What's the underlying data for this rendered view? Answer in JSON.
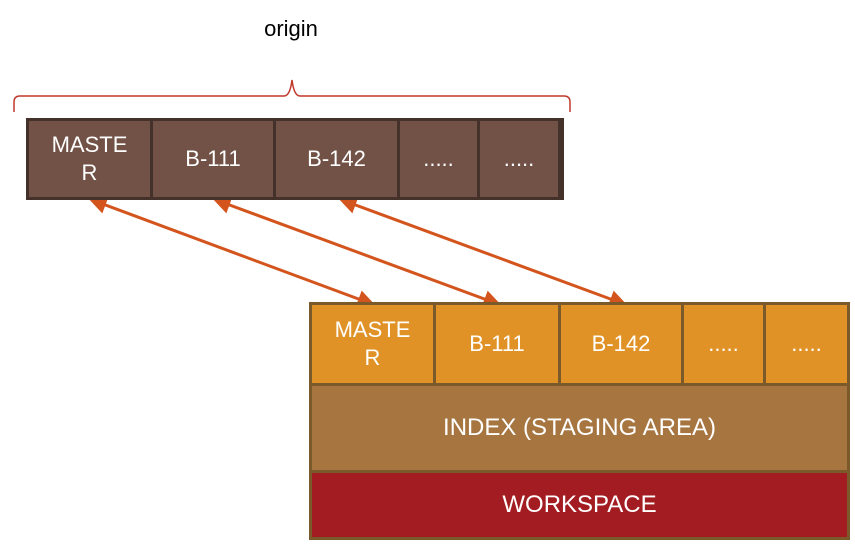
{
  "remote": {
    "title": "origin",
    "branches": [
      "MASTE\nR",
      "B-111",
      "B-142",
      ".....",
      "....."
    ]
  },
  "local": {
    "branches": [
      "MASTE\nR",
      "B-111",
      "B-142",
      ".....",
      "....."
    ],
    "index_label": "INDEX (STAGING AREA)",
    "workspace_label": "WORKSPACE"
  },
  "colors": {
    "remote_cell": "#725247",
    "local_cell": "#e09226",
    "index_bar": "#a67540",
    "workspace_bar": "#a31c21",
    "arrow": "#d3541c",
    "brace": "#c0392b"
  },
  "links": [
    {
      "from": "remote.MASTER",
      "to": "local.MASTER"
    },
    {
      "from": "remote.B-111",
      "to": "local.B-111"
    },
    {
      "from": "remote.B-142",
      "to": "local.B-142"
    }
  ]
}
